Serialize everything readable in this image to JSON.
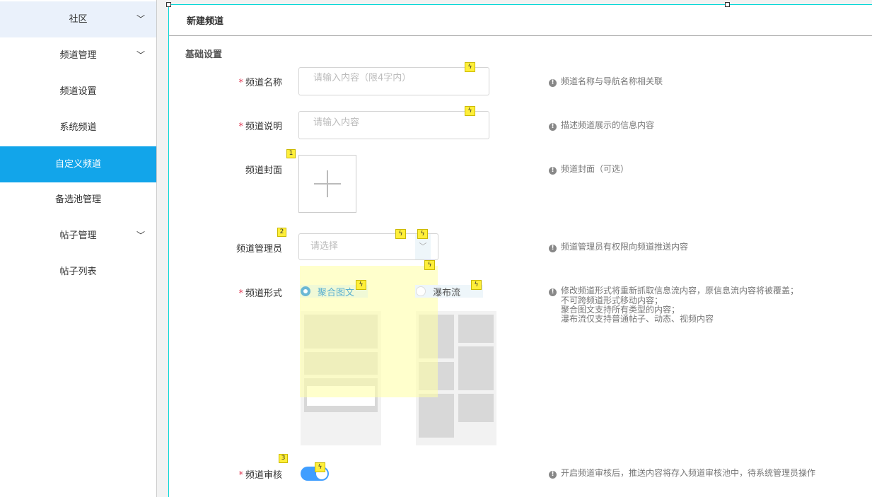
{
  "sidebar": {
    "items": [
      {
        "label": "社区",
        "chevron": true
      },
      {
        "label": "频道管理",
        "chevron": true
      },
      {
        "label": "频道设置"
      },
      {
        "label": "系统频道"
      },
      {
        "label": "自定义频道",
        "active": true
      },
      {
        "label": "备选池管理"
      },
      {
        "label": "帖子管理",
        "chevron": true
      },
      {
        "label": "帖子列表"
      }
    ]
  },
  "main": {
    "title": "新建频道",
    "section": "基础设置",
    "fields": {
      "name": {
        "label": "频道名称",
        "placeholder": "请输入内容（限4字内）",
        "hint": "频道名称与导航名称相关联"
      },
      "desc": {
        "label": "频道说明",
        "placeholder": "请输入内容",
        "hint": "描述频道展示的信息内容"
      },
      "cover": {
        "label": "频道封面",
        "hint": "频道封面（可选）",
        "marker": "1"
      },
      "admin": {
        "label": "频道管理员",
        "placeholder": "请选择",
        "hint": "频道管理员有权限向频道推送内容",
        "marker": "2"
      },
      "form": {
        "label": "频道形式",
        "options": [
          "聚合图文",
          "瀑布流"
        ],
        "selected": "聚合图文",
        "hint": [
          "修改频道形式将重新抓取信息流内容，原信息流内容将被覆盖；",
          "不可跨频道形式移动内容；",
          "聚合图文支持所有类型的内容；",
          "瀑布流仅支持普通帖子、动态、视频内容"
        ]
      },
      "review": {
        "label": "频道审核",
        "hint": "开启频道审核后，推送内容将存入频道审核池中，待系统管理员操作",
        "marker": "3",
        "enabled": true
      }
    }
  },
  "colors": {
    "accent": "#12a5ea",
    "toggle": "#409eff",
    "required": "#e0405a"
  }
}
